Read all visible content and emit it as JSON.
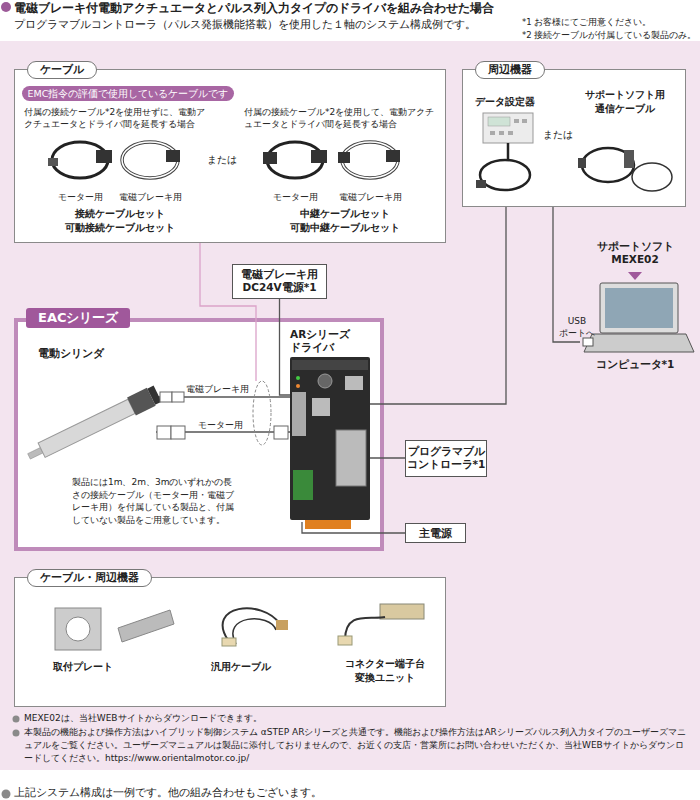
{
  "diagram": {
    "title": "電磁ブレーキ付電動アクチュエータとパルス列入力タイプのドライバを組み合わせた場合",
    "nodes": [
      {
        "text": [
          "ケーブル"
        ]
      },
      {
        "text": [
          "EMC指令の評価で使用しているケーブルです"
        ],
        "in": 0
      },
      {
        "text": [
          "周辺機器"
        ]
      },
      {
        "text": [
          "電磁ブレーキ用 DC24V電源*1"
        ]
      },
      {
        "text": [
          "EACシリーズ"
        ]
      },
      {
        "text": [
          "ARシリーズ ドライバ"
        ],
        "in": 4
      },
      {
        "text": [
          "電動シリンダ"
        ],
        "in": 4
      },
      {
        "text": [
          "プログラマブル コントローラ*1"
        ]
      },
      {
        "text": [
          "主電源"
        ]
      },
      {
        "text": [
          "サポートソフト MEXE02",
          "コンピュータ*1"
        ]
      },
      {
        "text": [
          "ケーブル・周辺機器"
        ]
      }
    ],
    "edges": [
      {
        "from": 3,
        "to": 5,
        "arrow": "none"
      },
      {
        "from": 6,
        "to": 5,
        "label": "電磁ブレーキ用",
        "arrow": "none"
      },
      {
        "from": 6,
        "to": 5,
        "label": "モーター用",
        "arrow": "none"
      },
      {
        "from": 5,
        "to": 7,
        "arrow": "none"
      },
      {
        "from": 5,
        "to": 8,
        "arrow": "none"
      },
      {
        "from": 5,
        "to": 2,
        "arrow": "none"
      },
      {
        "from": 2,
        "to": 9,
        "label": "USB ポートへ",
        "arrow": "none"
      }
    ],
    "labels": [
      "プログラマブルコントローラ（パルス発振機能搭載）を使用した１軸のシステム構成例です。",
      "*1 お客様にてご用意ください。",
      "*2 接続ケーブルが付属している製品のみ。",
      "付属の接続ケーブル*2を使用せずに、電動アクチュエータとドライバ間を延長する場合",
      "付属の接続ケーブル*2を使用して、電動アクチュエータとドライバ間を延長する場合",
      "モーター用",
      "電磁ブレーキ用",
      "または",
      "モーター用",
      "電磁ブレーキ用",
      "接続ケーブルセット 可動接続ケーブルセット",
      "中継ケーブルセット 可動中継ケーブルセット",
      "データ設定器",
      "または",
      "サポートソフト用 通信ケーブル",
      "製品には1m、2m、3mのいずれかの長さの接続ケーブル（モーター用・電磁ブレーキ用）を付属している製品と、付属していない製品をご用意しています。",
      "取付プレート",
      "汎用ケーブル",
      "コネクター端子台 変換ユニット",
      "MEXE02は、当社WEBサイトからダウンロードできます。",
      "本製品の機能および操作方法はハイブリッド制御システム αSTEP ARシリーズと共通です。機能および操作方法はARシリーズパルス列入力タイプのユーザーズマニュアルをご覧ください。ユーザーズマニュアルは製品に添付しておりませんので、お近くの支店・営業所にお問い合わせいただくか、当社WEBサイトからダウンロードしてください。https://www.orientalmotor.co.jp/",
      "上記システム構成は一例です。他の組み合わせもございます。"
    ]
  }
}
